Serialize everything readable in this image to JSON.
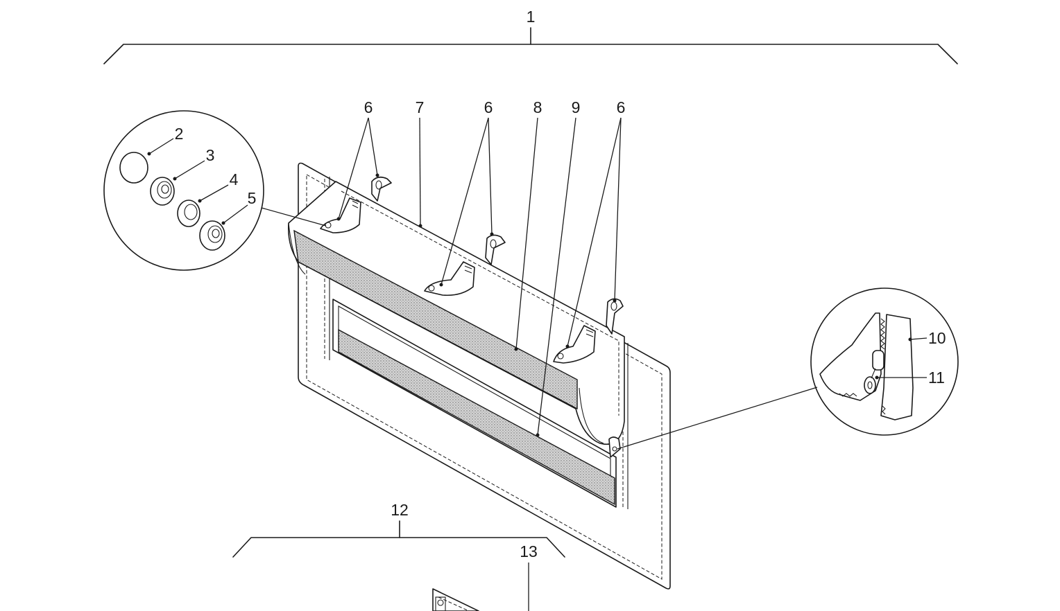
{
  "callouts": {
    "c1": "1",
    "c2": "2",
    "c3": "3",
    "c4": "4",
    "c5": "5",
    "c6a": "6",
    "c7": "7",
    "c6b": "6",
    "c8": "8",
    "c9": "9",
    "c6c": "6",
    "c10": "10",
    "c11": "11",
    "c12": "12",
    "c13": "13"
  }
}
